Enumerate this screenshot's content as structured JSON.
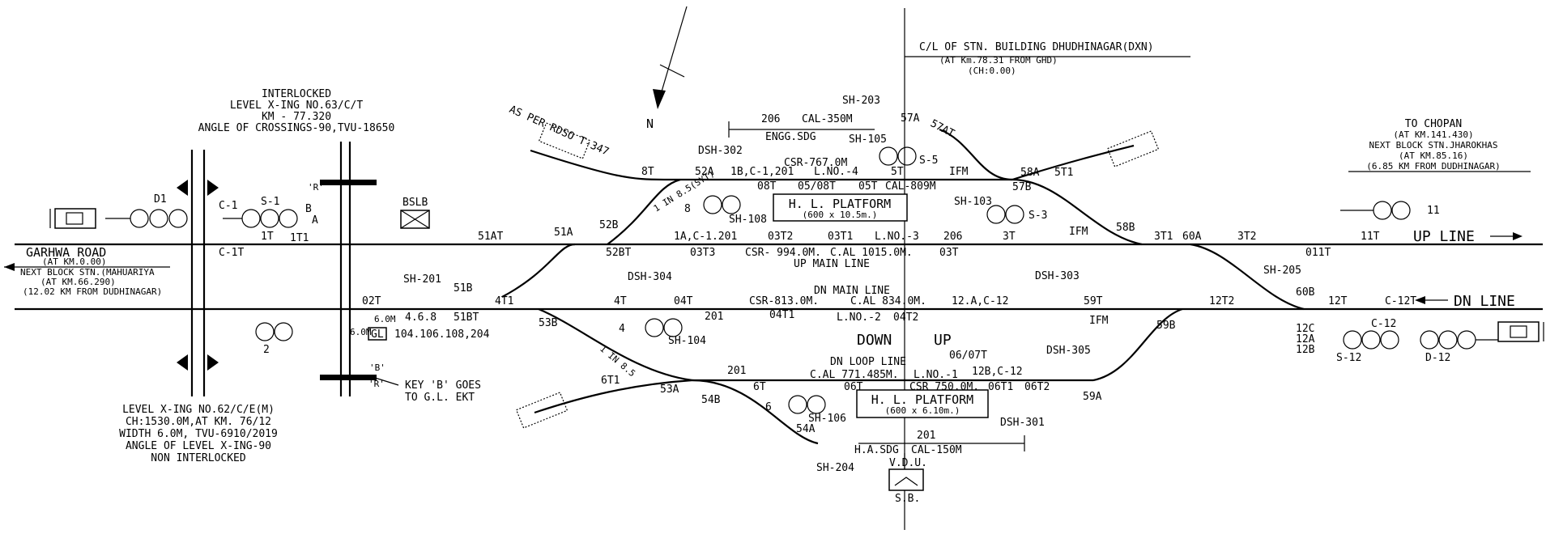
{
  "north": "N",
  "centre_line": {
    "line1": "C/L OF STN. BUILDING DHUDHINAGAR(DXN)",
    "line2": "(AT Km.78.31 FROM GHD)",
    "line3": "(CH:0.00)"
  },
  "interlocked": {
    "line1": "INTERLOCKED",
    "line2": "LEVEL X-ING NO.63/C/T",
    "line3": "KM - 77.320",
    "line4": "ANGLE OF CROSSINGS-90,TVU-18650"
  },
  "rdso": "AS PER RDSO T-347",
  "to_chopan": {
    "line1": "TO CHOPAN",
    "line2": "(AT KM.141.430)",
    "line3": "NEXT BLOCK STN.JHAROKHAS",
    "line4": "(AT KM.85.16)",
    "line5": "(6.85 KM FROM DUDHINAGAR)"
  },
  "garhwa": {
    "line1": "GARHWA ROAD",
    "line2": "(AT KM.0.00)",
    "line3": "NEXT BLOCK STN.(MAHUARIYA",
    "line4": "(AT KM.66.290)",
    "line5": "(12.02 KM FROM DUDHINAGAR)"
  },
  "level_xing_62": {
    "line1": "LEVEL X-ING NO.62/C/E(M)",
    "line2": "CH:1530.0M,AT KM. 76/12",
    "line3": "WIDTH 6.0M, TVU-6910/2019",
    "line4": "ANGLE OF LEVEL X-ING-90",
    "line5": "NON INTERLOCKED"
  },
  "key_b": {
    "line1": "KEY 'B' GOES",
    "line2": "TO G.L. EKT"
  },
  "lines": {
    "up": "UP LINE",
    "dn": "DN LINE"
  },
  "platforms": {
    "up": {
      "name": "H. L. PLATFORM",
      "size": "(600 x 10.5m.)"
    },
    "dn": {
      "name": "H. L. PLATFORM",
      "size": "(600 x 6.10m.)"
    }
  },
  "labels": {
    "sh203": "SH-203",
    "sh105": "SH-105",
    "s5": "S-5",
    "cal350": "CAL-350M",
    "a206": "206",
    "engg": "ENGG.SDG",
    "dsh302": "DSH-302",
    "csr767": "CSR-767.0M",
    "s57a": "57A",
    "s57at": "57AT",
    "s52a": "52A",
    "s1b": "1B,C-1,201",
    "lno4": "L.NO.-4",
    "s08t": "08T",
    "s0508": "05/08T",
    "s05t": "05T",
    "cal809": "CAL-809M",
    "s5t": "5T",
    "ifm1": "IFM",
    "s57b": "57B",
    "s58a": "58A",
    "s5t1": "5T1",
    "s8t": "8T",
    "in85": "1 IN 8.5(SYT)",
    "sh108": "SH-108",
    "sig8": "8",
    "sh103": "SH-103",
    "s3": "S-3",
    "s52b": "52B",
    "s52bt": "52BT",
    "s1ac": "1A,C-1.201",
    "s03t2": "03T2",
    "s03t1": "03T1",
    "lno3": "L.NO.-3",
    "s206b": "206",
    "s03t3": "03T3",
    "csr994": "CSR- 994.0M.",
    "cal1015": "C.AL 1015.0M.",
    "s03t": "03T",
    "s3t": "3T",
    "upmain": "UP MAIN LINE",
    "dsh304": "DSH-304",
    "s51at": "51AT",
    "s51a": "51A",
    "bslb": "BSLB",
    "c1": "C-1",
    "s1": "S-1",
    "b": "B",
    "a": "A",
    "d1": "D1",
    "c1t": "C-1T",
    "s1t": "1T",
    "s1t1": "1T1",
    "ifm2": "IFM",
    "s58b": "58B",
    "s3t1": "3T1",
    "s60a": "60A",
    "s3t2": "3T2",
    "s011t": "011T",
    "s11t": "11T",
    "s11": "11",
    "sh205": "SH-205",
    "dsh303": "DSH-303",
    "sh201": "SH-201",
    "s51b": "51B",
    "s02t": "02T",
    "s468": "4.6.8",
    "s51bt": "51BT",
    "s4t1": "4T1",
    "s4t": "4T",
    "s04t": "04T",
    "csr813": "CSR-813.0M.",
    "dnmain": "DN MAIN LINE",
    "cal834": "C.AL 834.0M.",
    "s12a": "12.A,C-12",
    "s59t": "59T",
    "s12t2": "12T2",
    "s60b": "60B",
    "s12t": "12T",
    "c12t": "C-12T",
    "gl": "GL",
    "gl_nums": "104.106.108,204",
    "m6a": "6.0M",
    "m6b": "6.0M",
    "s53b": "53B",
    "sig4": "4",
    "sh104": "SH-104",
    "s201a": "201",
    "s04t1": "04T1",
    "lno2": "L.NO.-2",
    "s04t2": "04T2",
    "ifm3": "IFM",
    "s59b": "59B",
    "sig2": "2",
    "down": "DOWN",
    "up": "UP",
    "dsh305": "DSH-305",
    "dnloop": "DN LOOP LINE",
    "s0607": "06/07T",
    "s201b": "201",
    "s6t": "6T",
    "cal771": "C.AL 771.485M.",
    "lno1": "L.NO.-1",
    "s12b": "12B,C-12",
    "s06t": "06T",
    "csr750": "CSR 750.0M.",
    "s06t1": "06T1",
    "s06t2": "06T2",
    "s59a": "59A",
    "in812": "1 IN 8.5",
    "s6t1": "6T1",
    "s53a": "53A",
    "s54b": "54B",
    "sig6": "6",
    "sh106": "SH-106",
    "s54a": "54A",
    "dsh301": "DSH-301",
    "s201c": "201",
    "hasdg": "H.A.SDG",
    "cal150": "CAL-150M",
    "sh204": "SH-204",
    "vdu": "V.D.U.",
    "sb": "S.B.",
    "s12c": "12C",
    "s12a2": "12A",
    "s12b2": "12B",
    "s12": "S-12",
    "c12": "C-12",
    "d12": "D-12",
    "rr1": "'R'",
    "rr2": "'R'",
    "bb": "'B'"
  }
}
